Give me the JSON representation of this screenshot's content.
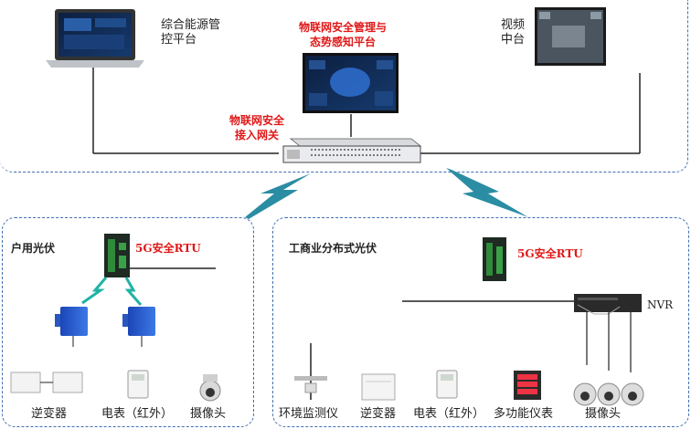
{
  "top": {
    "energy_platform": "综合能源管\n控平台",
    "security_platform": "物联网安全管理与\n态势感知平台",
    "video_platform": "视频\n中台",
    "gateway": "物联网安全\n接入网关"
  },
  "left": {
    "title": "户用光伏",
    "rtu": "5G安全RTU",
    "devices": [
      "逆变器",
      "电表（红外）",
      "摄像头"
    ]
  },
  "right": {
    "title": "工商业分布式光伏",
    "rtu": "5G安全RTU",
    "nvr": "NVR",
    "devices": [
      "环境监测仪",
      "逆变器",
      "电表（红外）",
      "多功能仪表",
      "摄像头"
    ]
  },
  "colors": {
    "accent_red": "#e01818",
    "border_blue": "#3f6fb0",
    "link_teal": "#2a8da3"
  }
}
